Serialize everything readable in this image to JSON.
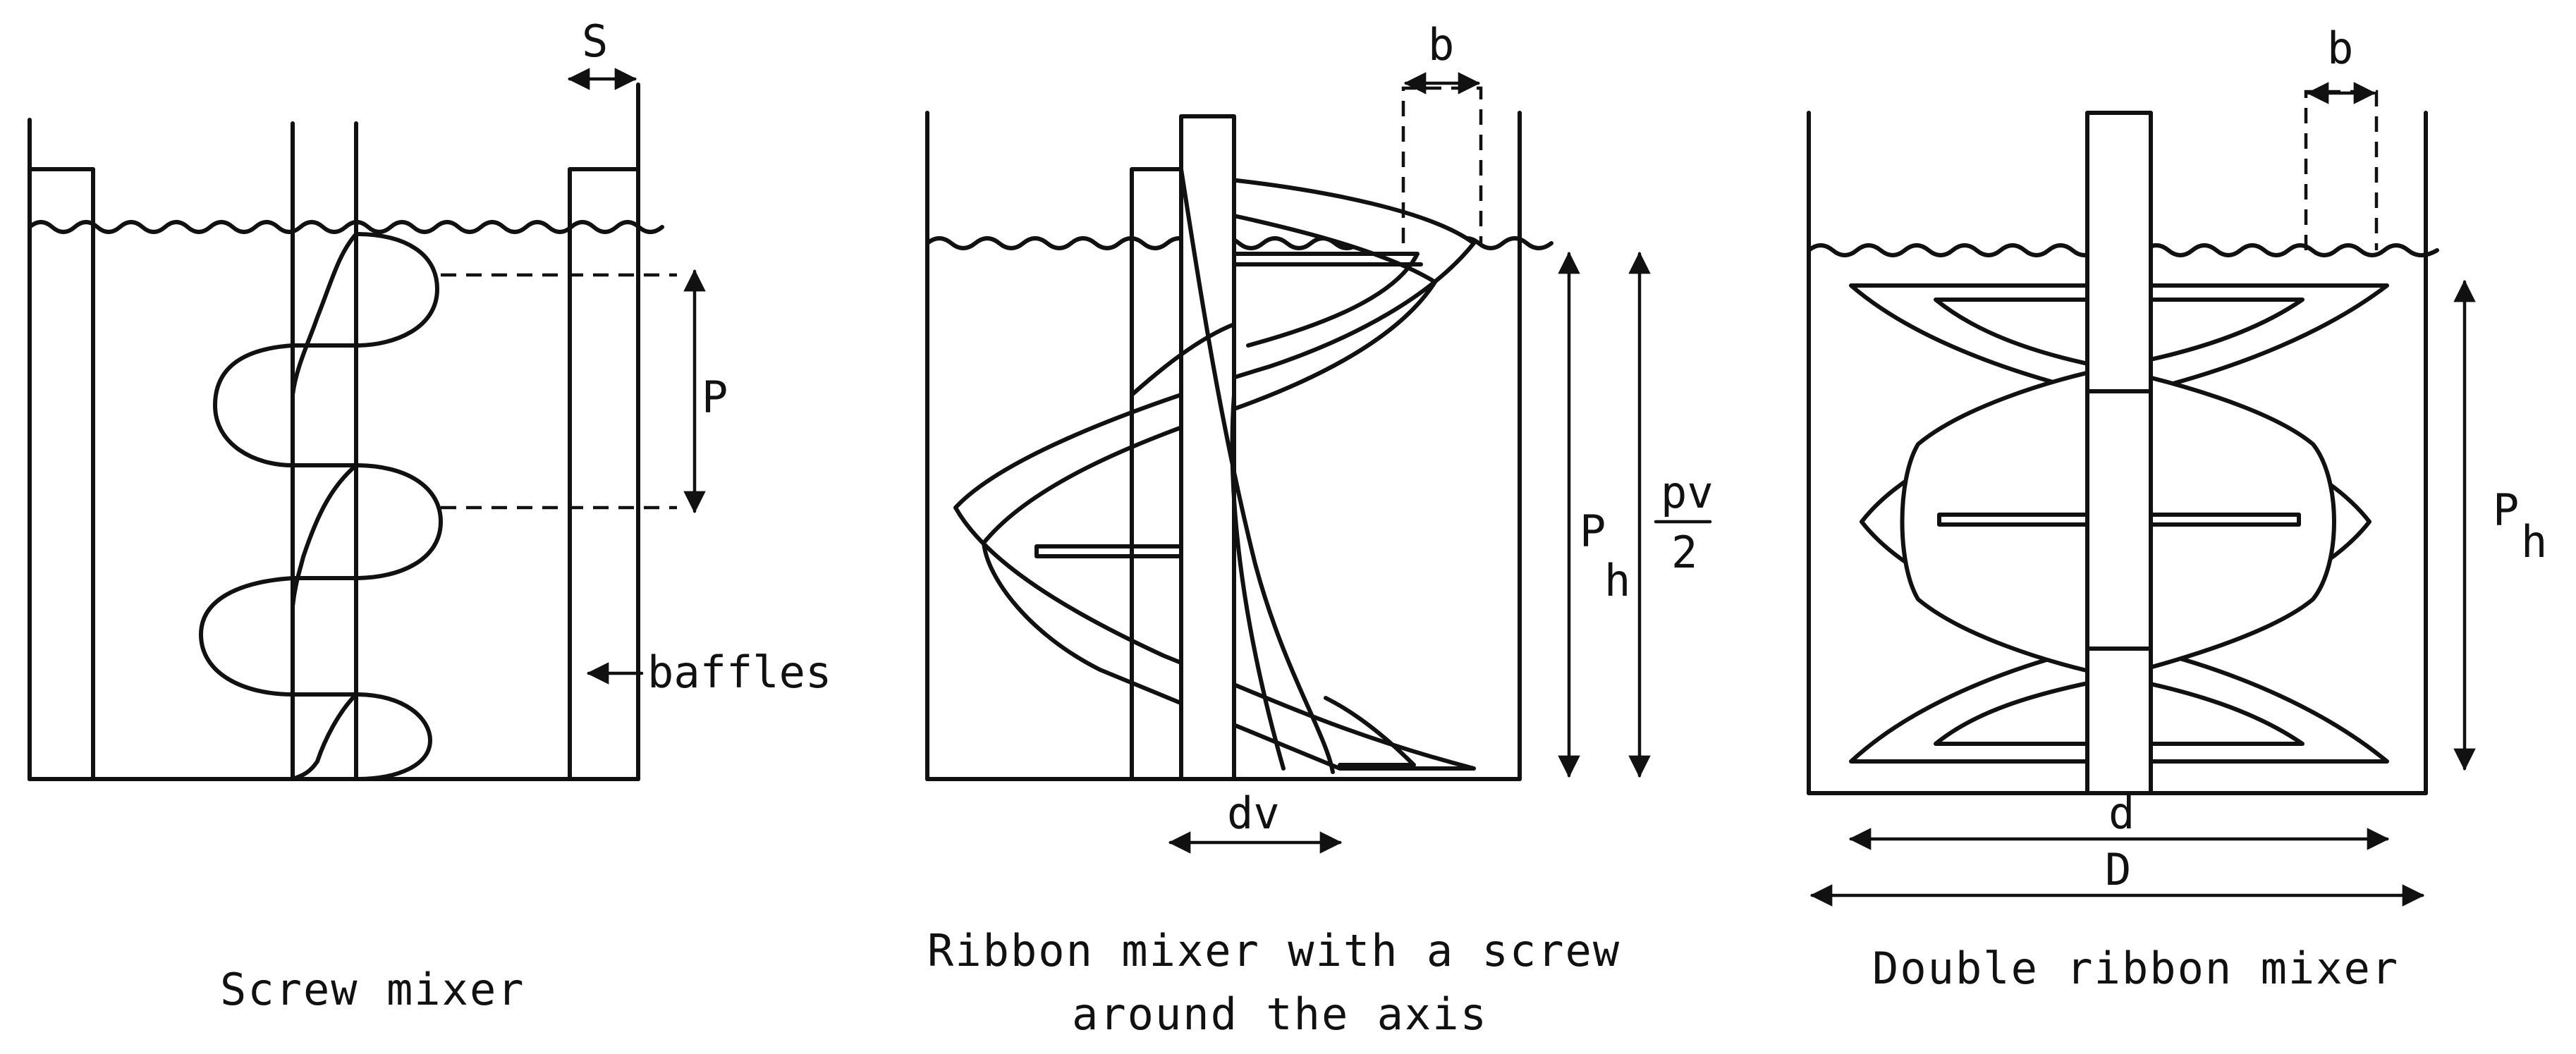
{
  "panels": {
    "screw": {
      "caption": "Screw mixer",
      "labels": {
        "s": "S",
        "p": "P",
        "baffles": "baffles"
      }
    },
    "ribbon_screw": {
      "caption_line1": "Ribbon mixer with a screw",
      "caption_line2": "around the axis",
      "labels": {
        "b": "b",
        "ph": "P",
        "ph_sub": "h",
        "pv_num": "pv",
        "pv_den": "2",
        "dv": "dv"
      }
    },
    "double_ribbon": {
      "caption": "Double ribbon mixer",
      "labels": {
        "b": "b",
        "ph": "P",
        "ph_sub": "h",
        "d": "d",
        "D": "D"
      }
    }
  }
}
